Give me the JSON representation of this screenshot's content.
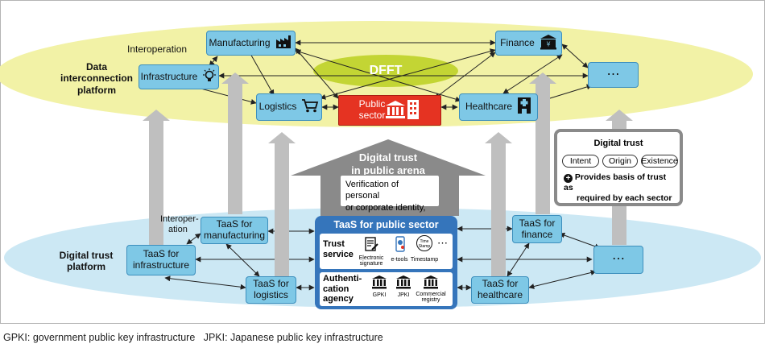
{
  "upper_platform": {
    "label_line1": "Data",
    "label_line2": "interconnection",
    "label_line3": "platform"
  },
  "lower_platform": {
    "label_line1": "Digital trust",
    "label_line2": "platform"
  },
  "interoperation_label": "Interoperation",
  "interoperation_lower_line1": "Interoper-",
  "interoperation_lower_line2": "ation",
  "dfft": "DFFT",
  "upper_nodes": {
    "manufacturing": "Manufacturing",
    "infrastructure": "Infrastructure",
    "logistics": "Logistics",
    "finance": "Finance",
    "healthcare": "Healthcare",
    "ellipsis": "⋯",
    "public_line1": "Public",
    "public_line2": "sector"
  },
  "arena": {
    "line1": "Digital trust",
    "line2": "in public arena",
    "verification_line1": "Verification of personal",
    "verification_line2": "or corporate identity, …"
  },
  "digital_trust_box": {
    "title": "Digital trust",
    "pills": [
      "Intent",
      "Origin",
      "Existence"
    ],
    "desc_line1": "Provides basis of trust as",
    "desc_line2": "required by each sector"
  },
  "lower_nodes": {
    "manufacturing_line1": "TaaS for",
    "manufacturing_line2": "manufacturing",
    "infrastructure_line1": "TaaS for",
    "infrastructure_line2": "infrastructure",
    "logistics_line1": "TaaS for",
    "logistics_line2": "logistics",
    "finance_line1": "TaaS for",
    "finance_line2": "finance",
    "healthcare_line1": "TaaS for",
    "healthcare_line2": "healthcare",
    "ellipsis": "⋯"
  },
  "taas_public": {
    "title": "TaaS for public sector",
    "trust_service_line1": "Trust",
    "trust_service_line2": "service",
    "items": {
      "esig_line1": "Electronic",
      "esig_line2": "signature",
      "etools": "e-tools",
      "timestamp": "Timestamp",
      "timestamp_badge": "Time Stamp",
      "more": "⋯"
    },
    "auth_line1": "Authenti-",
    "auth_line2": "cation",
    "auth_line3": "agency",
    "agencies": {
      "gpki": "GPKI",
      "jpki": "JPKI",
      "commercial_line1": "Commercial",
      "commercial_line2": "registry"
    }
  },
  "footnote": "GPKI: government public key infrastructure   JPKI: Japanese public key infrastructure",
  "colors": {
    "upper_ellipse": "#f2f2a6",
    "lower_ellipse": "#cce8f4",
    "node_fill": "#7ec8e6",
    "public_red": "#e53322",
    "dfft_green": "#c3d534",
    "taas_public_blue": "#3575bb",
    "gray_arrow": "#bfbfbf"
  }
}
